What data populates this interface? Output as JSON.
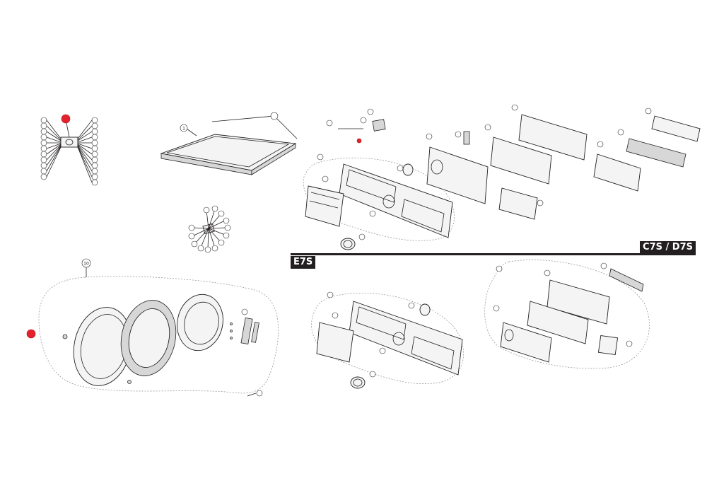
{
  "sections": {
    "c7s_d7s": "C7S / D7S",
    "e7s": "E7S"
  },
  "callouts": {
    "top_lid": "1",
    "door_assembly": "10"
  },
  "colors": {
    "ink": "#231f20",
    "callout_fill": "#ffffff",
    "highlight_red": "#e3232c",
    "dashed_outline": "#8c8c8c"
  }
}
